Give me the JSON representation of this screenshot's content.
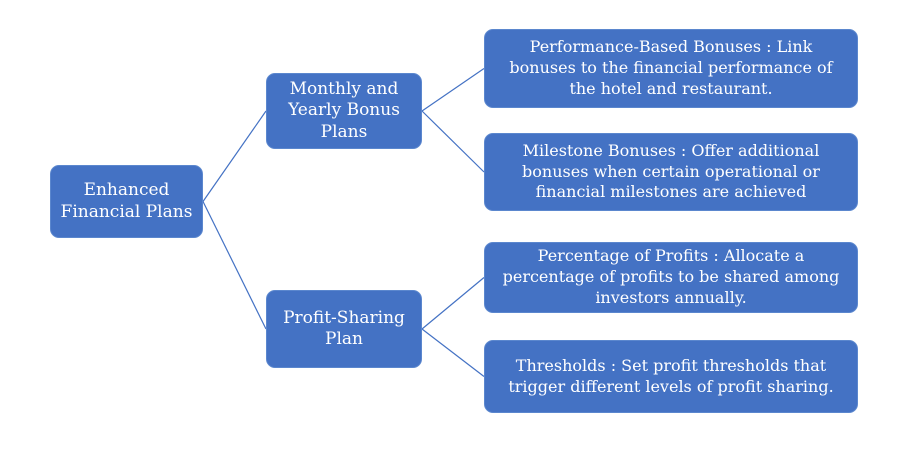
{
  "diagram": {
    "root": {
      "label": "Enhanced Financial Plans"
    },
    "branches": [
      {
        "label": "Monthly and Yearly Bonus Plans",
        "children": [
          {
            "text": "Performance-Based Bonuses : Link bonuses to the financial performance of the hotel and restaurant."
          },
          {
            "text": "Milestone Bonuses : Offer additional bonuses when certain operational or financial milestones are achieved"
          }
        ]
      },
      {
        "label": "Profit-Sharing Plan",
        "children": [
          {
            "text": "Percentage of Profits : Allocate a percentage of profits to be shared among investors annually."
          },
          {
            "text": "Thresholds : Set profit thresholds that trigger different levels of profit sharing."
          }
        ]
      }
    ],
    "colors": {
      "node_fill": "#4472C4",
      "node_border": "#5B87CE",
      "node_text": "#FFFFFF",
      "connector": "#4472C4",
      "background": "#FFFFFF"
    }
  }
}
